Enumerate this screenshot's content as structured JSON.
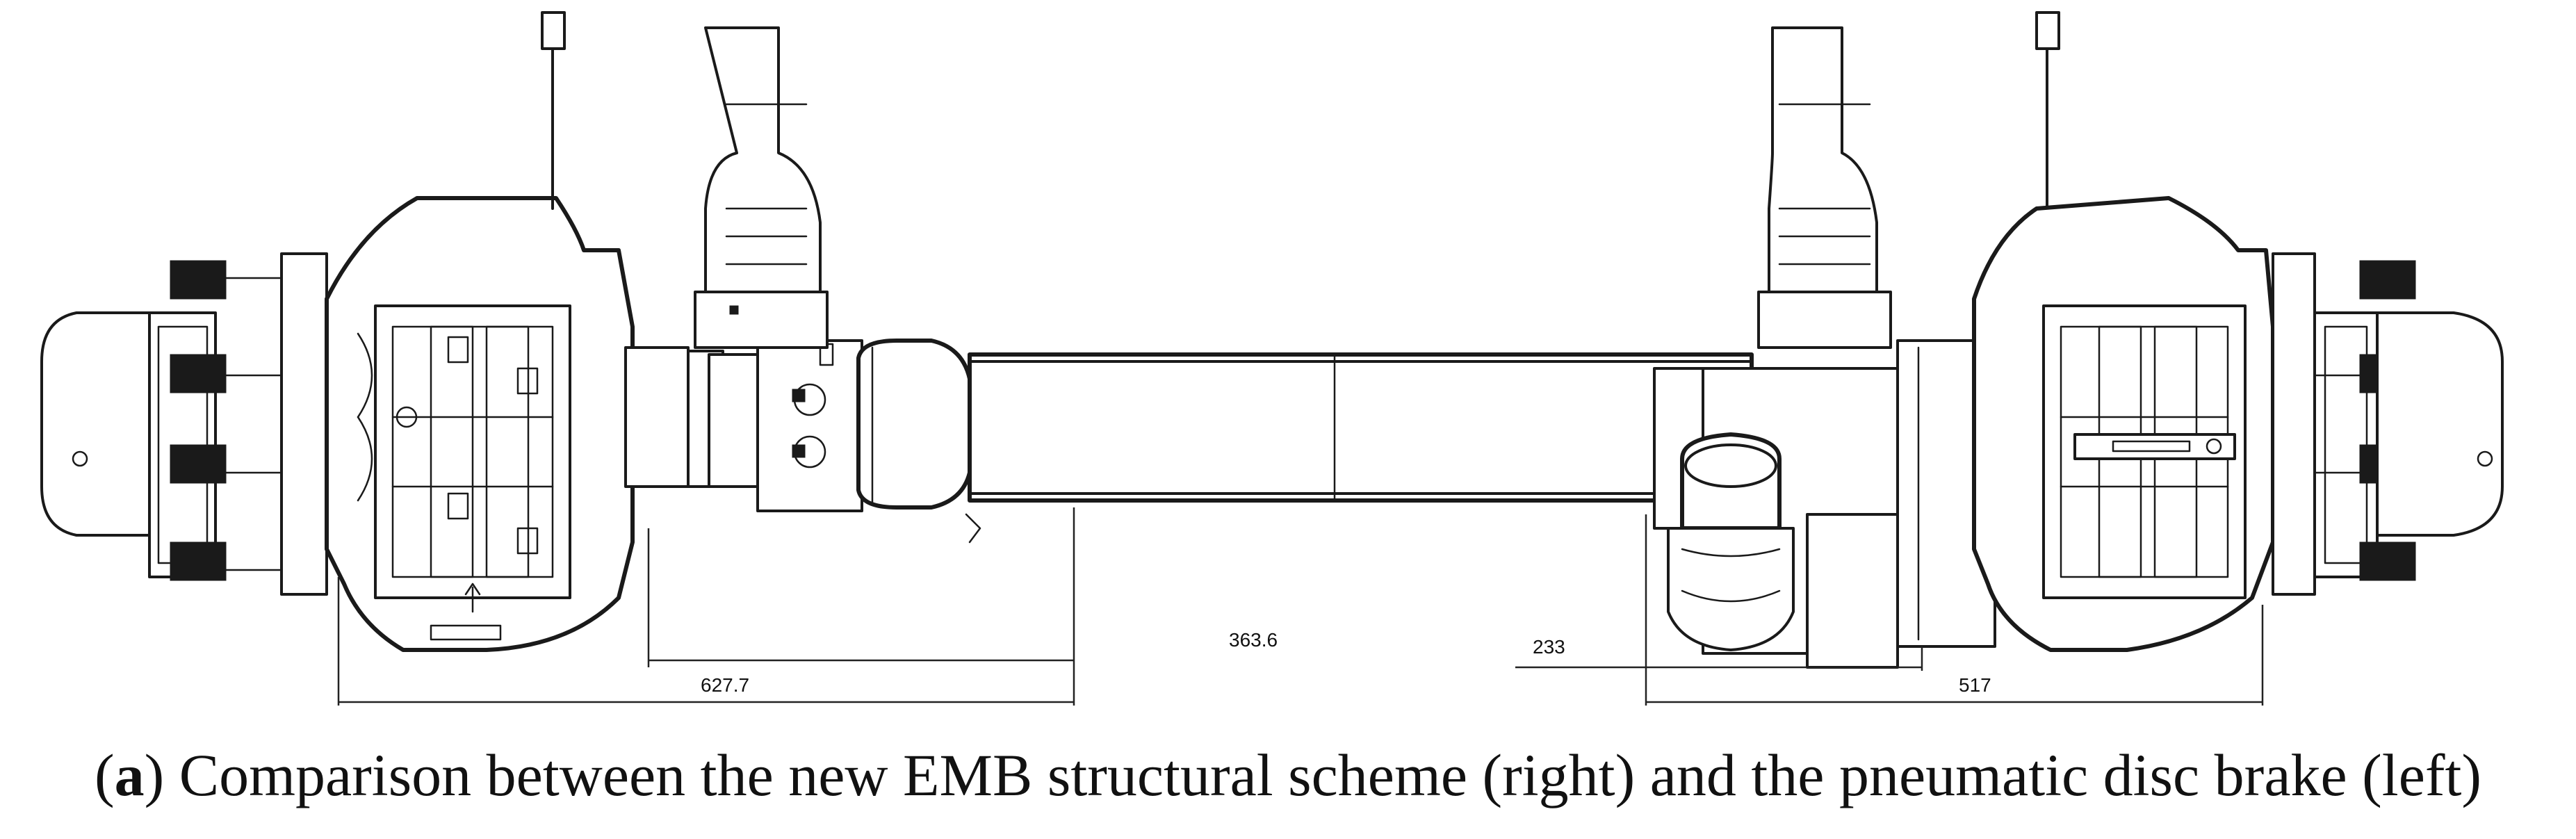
{
  "dimensions": {
    "left_overall": "627.7",
    "left_partial": "363.6",
    "right_partial": "233",
    "right_overall": "517"
  },
  "caption": {
    "label": "a",
    "text": ") Comparison between the new EMB structural scheme (right) and the pneumatic disc brake (left)"
  }
}
